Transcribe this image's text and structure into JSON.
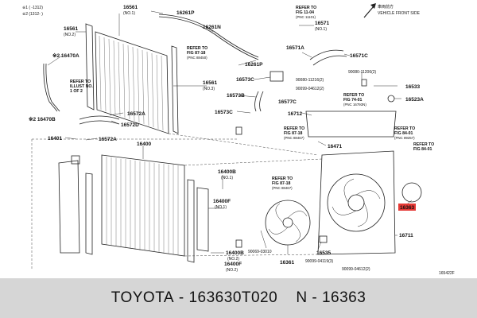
{
  "footer": {
    "brand": "TOYOTA",
    "sep1": " - ",
    "part_number": "163630T020",
    "sep2": "    N - ",
    "ref_number": "16363"
  },
  "legend": {
    "line1": "※1 ( -1312)",
    "line2": "※2 (1312- )"
  },
  "direction": {
    "line1": "車両前方",
    "line2": "VEHICLE FRONT SIDE"
  },
  "highlight_color": "#e53935",
  "labels": {
    "p16561": "16561",
    "p16561_n1": "(NO.1)",
    "p16261p_top": "16261P",
    "p16561_left": "16561",
    "p16561_left_n2": "(NO.2)",
    "p16470a": "※2 16470A",
    "p16261n": "16261N",
    "p16261p_mid": "16261P",
    "p16573c": "16573C",
    "p16573b": "16573B",
    "p16573c_2": "16573C",
    "p16561_right": "16561",
    "p16561_right_n3": "(NO.3)",
    "p16571": "16571",
    "p16571_n1": "(NO.1)",
    "p16571a": "16571A",
    "p16571c": "16571C",
    "p90080_11206": "90080-11206(2)",
    "p90080_11216": "90080-11216(2)",
    "p90099_04612": "90099-04612(2)",
    "p16533": "16533",
    "p16523a": "16523A",
    "p16577c": "16577C",
    "p16712": "16712",
    "p16572a": "16572A",
    "p16572d": "16572D",
    "p16470b": "※2 16470B",
    "p16401": "16401",
    "p16572a_2": "16572A",
    "p16400": "16400",
    "p16471": "16471",
    "p16400b_1": "16400B",
    "p16400b_1_n": "(NO.1)",
    "p16400f_1": "16400F",
    "p16400f_1_n": "(NO.1)",
    "p16400b_2": "16400B",
    "p16400b_2_n": "(NO.2)",
    "p16400f_2": "16400F",
    "p16400f_2_n": "(NO.2)",
    "p16363": "16363",
    "p16361": "16361",
    "p16711": "16711",
    "p16535": "16535",
    "p90069_03010": "90069-03010",
    "p90099_04119": "90099-04119(3)",
    "p90099_04612b": "90099-04612(2)",
    "diagram_code": "165422F"
  },
  "refs": {
    "r1": {
      "a": "REFER TO",
      "b": "FIG 11-04",
      "c": "(PNC 11101)"
    },
    "r2": {
      "a": "REFER TO",
      "b": "FIG 87-18",
      "c": "(PNC 88450)"
    },
    "r3": {
      "a": "REFER TO",
      "b": "ILLUST NO.",
      "c": "1 OF 2"
    },
    "r4": {
      "a": "REFER TO",
      "b": "FIG 74-01",
      "c": "(PNC 16793N)"
    },
    "r5": {
      "a": "REFER TO",
      "b": "FIG 87-18",
      "c": "(PNC 88467)"
    },
    "r6": {
      "a": "REFER TO",
      "b": "FIG 84-01",
      "c": "(PNC 89257)"
    },
    "r7": {
      "a": "REFER TO",
      "b": "FIG 84-01",
      "c": ""
    },
    "r8": {
      "a": "REFER TO",
      "b": "FIG 87-18",
      "c": "(PNC 88467)"
    }
  }
}
